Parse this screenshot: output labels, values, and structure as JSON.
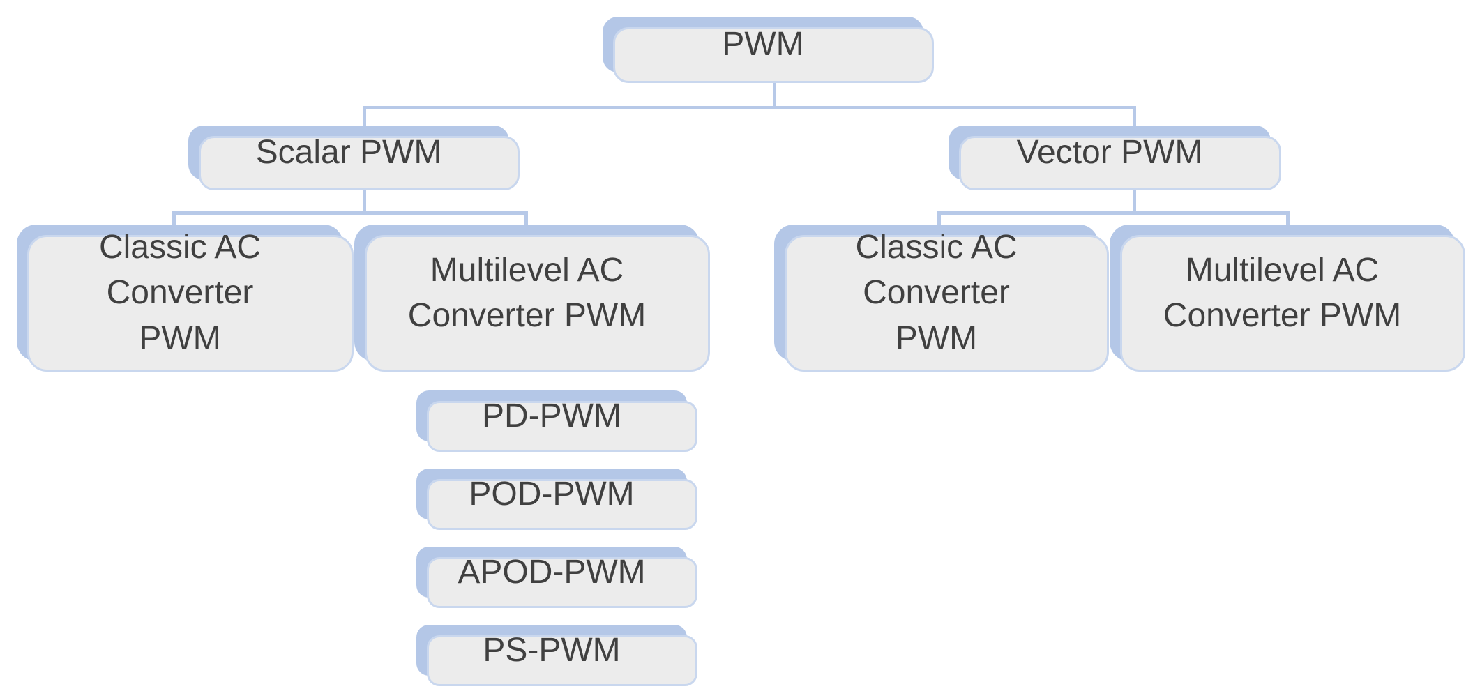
{
  "diagram": {
    "type": "hierarchy-tree",
    "background_color": "#ffffff",
    "node_fill_color": "#b4c7e7",
    "node_text_color": "#404040",
    "connector_color": "#b7c9e8",
    "shadow_fill_color": "#ececec",
    "shadow_border_color": "#c9d7ee",
    "nodes": [
      {
        "id": "pwm",
        "label": "PWM",
        "parent": null,
        "level": 1
      },
      {
        "id": "scalar-pwm",
        "label": "Scalar PWM",
        "parent": "pwm",
        "level": 2
      },
      {
        "id": "vector-pwm",
        "label": "Vector PWM",
        "parent": "pwm",
        "level": 2
      },
      {
        "id": "scalar-classic-ac",
        "label": "Classic AC\nConverter\nPWM",
        "parent": "scalar-pwm",
        "level": 3
      },
      {
        "id": "scalar-multilevel-ac",
        "label": "Multilevel AC\nConverter PWM",
        "parent": "scalar-pwm",
        "level": 3
      },
      {
        "id": "vector-classic-ac",
        "label": "Classic AC\nConverter\nPWM",
        "parent": "vector-pwm",
        "level": 3
      },
      {
        "id": "vector-multilevel-ac",
        "label": "Multilevel AC\nConverter PWM",
        "parent": "vector-pwm",
        "level": 3
      },
      {
        "id": "pd-pwm",
        "label": "PD-PWM",
        "parent": "scalar-multilevel-ac",
        "level": 4
      },
      {
        "id": "pod-pwm",
        "label": "POD-PWM",
        "parent": "scalar-multilevel-ac",
        "level": 4
      },
      {
        "id": "apod-pwm",
        "label": "APOD-PWM",
        "parent": "scalar-multilevel-ac",
        "level": 4
      },
      {
        "id": "ps-pwm",
        "label": "PS-PWM",
        "parent": "scalar-multilevel-ac",
        "level": 4
      }
    ]
  }
}
